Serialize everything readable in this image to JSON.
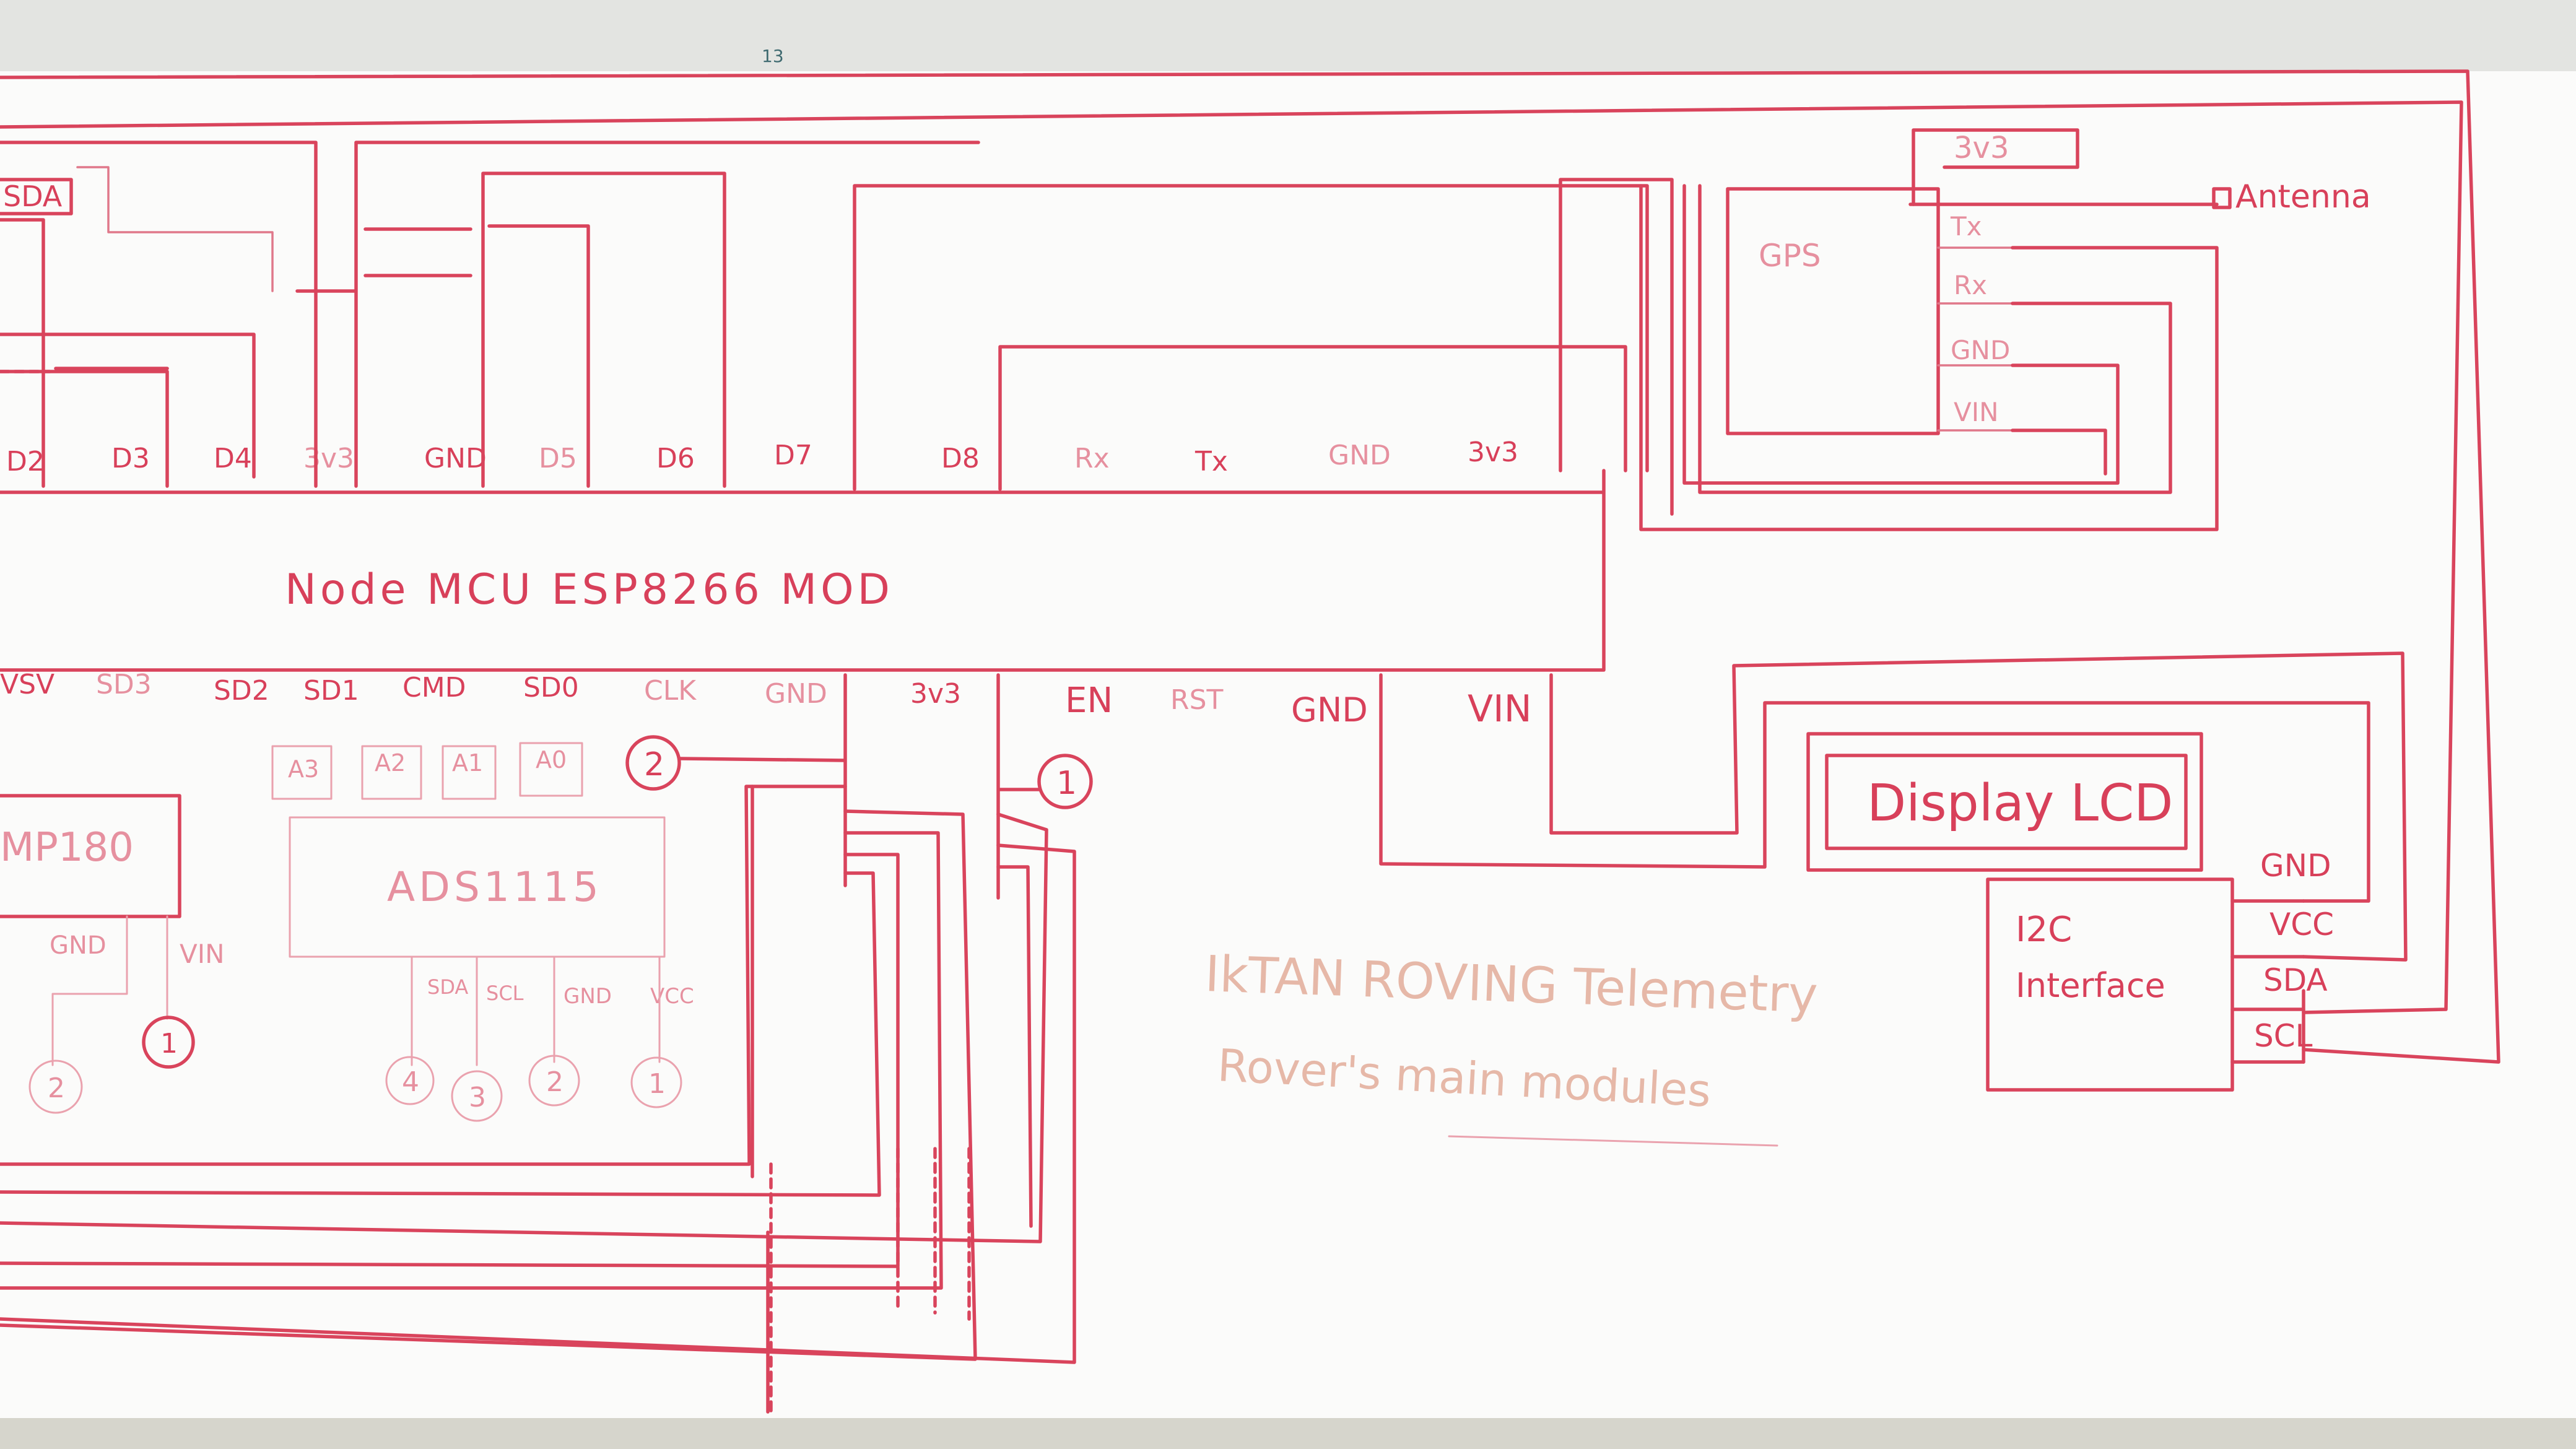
{
  "board": {
    "header_mark": "13",
    "background_color": "#fbfbfa",
    "frame_color": "#e3e4e1",
    "ink_color": "#d9445c"
  },
  "mcu": {
    "title": "Node MCU ESP8266 MOD",
    "top_pins": [
      "D2",
      "D3",
      "D4",
      "3v3",
      "GND",
      "D5",
      "D6",
      "D7",
      "D8",
      "Rx",
      "Tx",
      "GND",
      "3v3"
    ],
    "bottom_pins": [
      "VSV",
      "SD3",
      "SD2",
      "SD1",
      "CMD",
      "SD0",
      "CLK",
      "GND",
      "3v3",
      "EN",
      "RST",
      "GND",
      "VIN"
    ],
    "partial_top_left": "SDA"
  },
  "ads1115": {
    "title": "ADS1115",
    "address_pins": [
      "A3",
      "A2",
      "A1",
      "A0"
    ],
    "bus_pins": [
      "SDA",
      "SCL",
      "GND",
      "VCC"
    ],
    "bus_numbers": [
      "4",
      "3",
      "2",
      "1"
    ]
  },
  "bmp180": {
    "title": "MP180",
    "pins": [
      "GND",
      "VIN"
    ],
    "pin_numbers": [
      "2",
      "1"
    ]
  },
  "connectors": {
    "gnd_marker": "2",
    "v33_marker": "1"
  },
  "gps": {
    "title": "GPS",
    "supply": "3v3",
    "pins": [
      "Tx",
      "Rx",
      "GND",
      "VIN"
    ],
    "antenna_label": "Antenna"
  },
  "display": {
    "title": "Display LCD",
    "interface_line1": "I2C",
    "interface_line2": "Interface",
    "pins": [
      "GND",
      "VCC",
      "SDA",
      "SCL"
    ]
  },
  "caption": {
    "line1": "IkTAN ROVING Telemetry",
    "line2": "Rover's main modules"
  }
}
